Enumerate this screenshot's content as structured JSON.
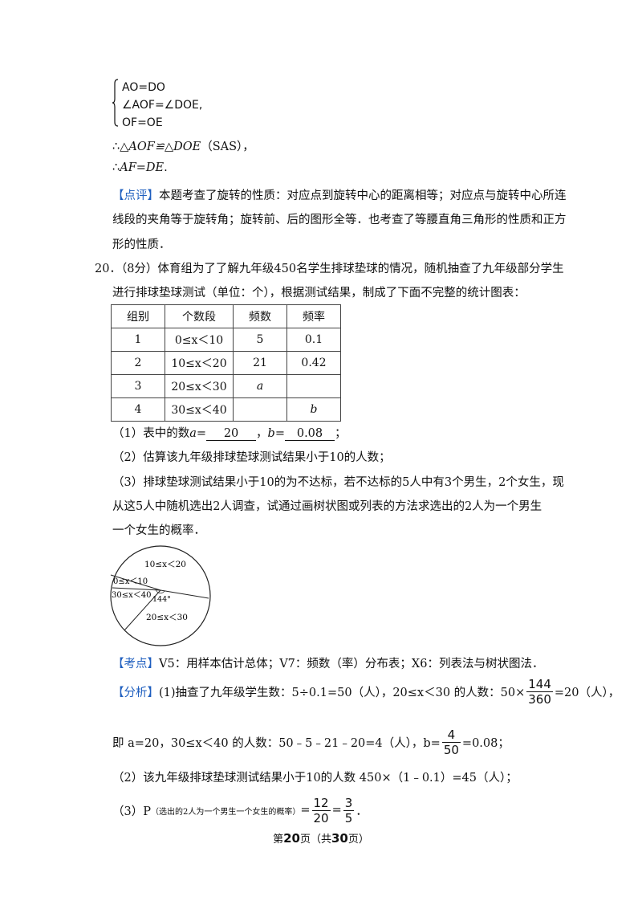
{
  "proof": {
    "brace_lines": [
      "AO=DO",
      "∠AOF=∠DOE,",
      "OF=OE"
    ],
    "conclusion1_prefix": "∴",
    "conclusion1_math": "△AOF≌△DOE",
    "conclusion1_suffix": "（SAS），",
    "conclusion2_prefix": "∴",
    "conclusion2_math": "AF=DE",
    "conclusion2_suffix": "."
  },
  "comment": {
    "tag": "【点评】",
    "line1": "本题考查了旋转的性质：对应点到旋转中心的距离相等；对应点与旋转中心所连",
    "line2": "线段的夹角等于旋转角；旋转前、后的图形全等．也考查了等腰直角三角形的性质和正方",
    "line3": "形的性质．"
  },
  "question": {
    "number": "20．",
    "line1": "（8分）体育组为了了解九年级450名学生排球垫球的情况，随机抽查了九年级部分学生",
    "line2": "进行排球垫球测试（单位：个），根据测试结果，制成了下面不完整的统计图表：",
    "part1_prefix": "（1）表中的数",
    "part1_a_var": "a",
    "part1_a_eq": "=",
    "part1_a_val": "20",
    "part1_sep": "，",
    "part1_b_var": "b",
    "part1_b_eq": "=",
    "part1_b_val": "0.08",
    "part1_end": "；",
    "part2": "（2）估算该九年级排球垫球测试结果小于10的人数；",
    "part3_line1": "（3）排球垫球测试结果小于10的为不达标，若不达标的5人中有3个男生，2个女生，现",
    "part3_line2": "从这5人中随机选出2人调查，试通过画树状图或列表的方法求选出的2人为一个男生",
    "part3_line3": "一个女生的概率．"
  },
  "table": {
    "headers": [
      "组别",
      "个数段",
      "频数",
      "频率"
    ],
    "rows": [
      [
        "1",
        "0≤x＜10",
        "5",
        "0.1"
      ],
      [
        "2",
        "10≤x＜20",
        "21",
        "0.42"
      ],
      [
        "3",
        "20≤x＜30",
        "a",
        ""
      ],
      [
        "4",
        "30≤x＜40",
        "",
        "b"
      ]
    ]
  },
  "pie": {
    "labels": [
      "10≤x＜20",
      "0≤x＜10",
      "30≤x＜40",
      "144°",
      "20≤x＜30"
    ]
  },
  "kaodian": {
    "tag": "【考点】",
    "text": "V5：用样本估计总体；V7：频数（率）分布表；X6：列表法与树状图法．"
  },
  "analysis": {
    "tag": "【分析】",
    "l1_text": "(1)抽查了九年级学生数：5÷0.1=50（人），20≤x＜30 的人数：50×",
    "l1_num": "144",
    "l1_den": "360",
    "l1_end": "=20（人），",
    "l2_text": "即 a=20，30≤x＜40 的人数：50﹣5﹣21﹣20=4（人），b=",
    "l2_num": "4",
    "l2_den": "50",
    "l2_end": "=0.08；",
    "l3": "（2）该九年级排球垫球测试结果小于10的人数 450×（1﹣0.1）=45（人）；",
    "l4_prefix": "（3）P",
    "l4_sub": "（选出的2人为一个男生一个女生的概率）",
    "l4_eq": "=",
    "l4_num1": "12",
    "l4_den1": "20",
    "l4_eq2": "=",
    "l4_num2": "3",
    "l4_den2": "5",
    "l4_end": "．"
  },
  "footer": {
    "p1": "第",
    "page": "20",
    "p2": "页（共",
    "total": "30",
    "p3": "页）"
  },
  "colors": {
    "tag": "#1f5fbf",
    "text": "#111111"
  }
}
